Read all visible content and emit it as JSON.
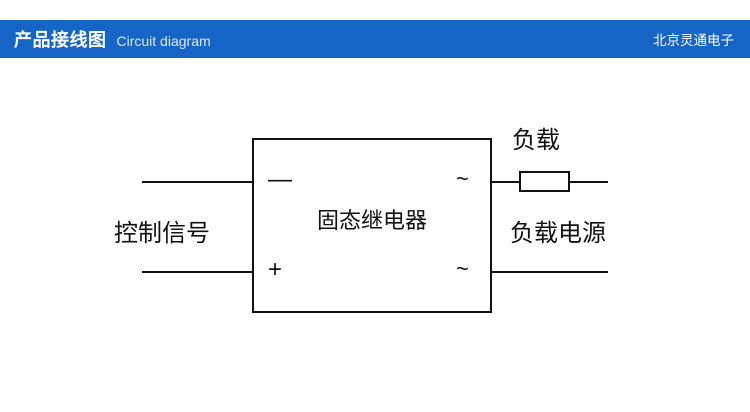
{
  "header": {
    "title_cn": "产品接线图",
    "title_en": "Circuit diagram",
    "brand": "北京灵通电子",
    "bg_color": "#1565c6"
  },
  "diagram": {
    "box_label": "固态继电器",
    "terminals": {
      "input_negative": "—",
      "input_positive": "+",
      "output_ac_top": "~",
      "output_ac_bottom": "~"
    },
    "labels": {
      "control_signal": "控制信号",
      "load": "负载",
      "load_power": "负载电源"
    },
    "line_color": "#111111"
  }
}
